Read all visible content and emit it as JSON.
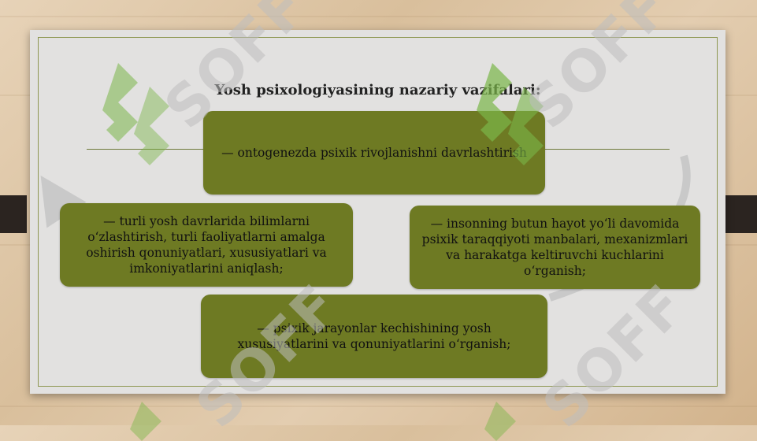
{
  "slide": {
    "title": "Yosh psixologiyasining nazariy vazifalari:"
  },
  "nodes": [
    {
      "text": "— ontogenezda psixik rivojlanishni davrlashtirish"
    },
    {
      "text": "— insonning butun hayot yo‘li davomida psixik taraqqiyoti manbalari, mexanizmlari va harakatga keltiruvchi kuchlarini o‘rganish;"
    },
    {
      "text": "— psixik jarayonlar kechishining yosh xususiyatlarini va qonuniyatlarini o‘rganish;"
    },
    {
      "text": "— turli yosh davrlarida bilimlarni o‘zlashtirish, turli faoliyatlarni amalga oshirish qonuniyatlari, xususiyatlari va imkoniyatlarini aniqlash;"
    }
  ],
  "watermark": {
    "text": "SOFF"
  },
  "colors": {
    "node": "#6e7a23",
    "slide": "#e2e1e0",
    "frame": "#8d9650",
    "watermark_logo": "#7ab648"
  }
}
